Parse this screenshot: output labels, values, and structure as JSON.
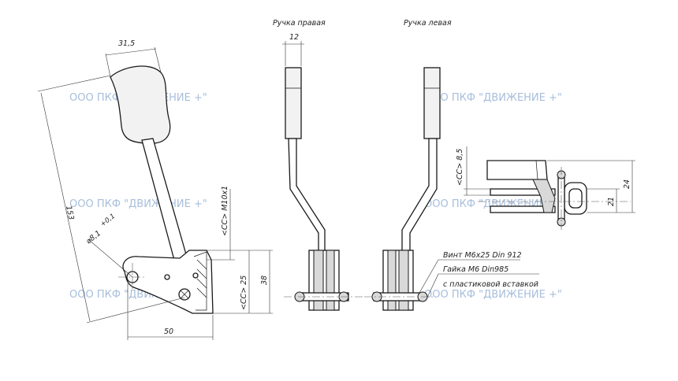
{
  "views": {
    "right_handle_title": "Ручка правая",
    "left_handle_title": "Ручка левая"
  },
  "dimensions": {
    "grip_width": "31,5",
    "overall_length": "153",
    "hole_diameter": "⌀8,1",
    "hole_tolerance": "+0,1",
    "base_length": "50",
    "front_width": "12",
    "thread": "<СС> М10х1",
    "dim_25": "<СС> 25",
    "dim_38": "38",
    "dim_8_5": "<СС> 8,5",
    "dim_24": "24",
    "dim_21": "21"
  },
  "notes": {
    "screw": "Винт М6х25 Din 912",
    "nut_line1": "Гайка М6 Din985",
    "nut_line2": "с пластиковой вставкой"
  },
  "watermark": "ООО ПКФ \"ДВИЖЕНИЕ +\""
}
